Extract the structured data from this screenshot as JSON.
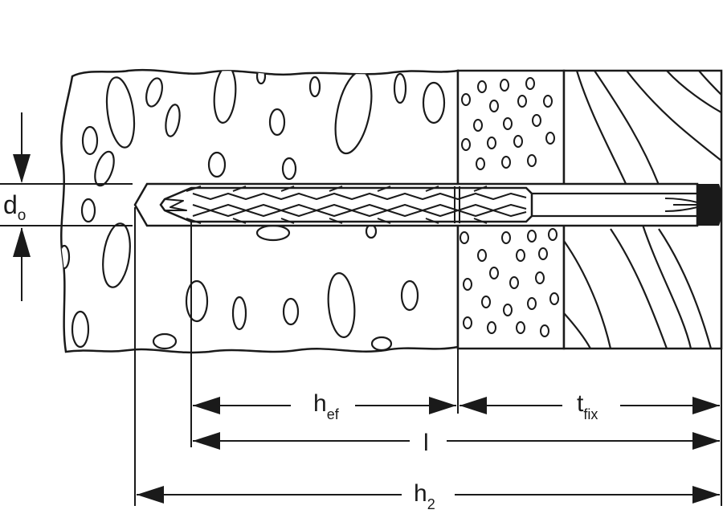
{
  "labels": {
    "hole_diameter_main": "d",
    "hole_diameter_sub": "o",
    "effective_depth_main": "h",
    "effective_depth_sub": "ef",
    "fixture_thickness_main": "t",
    "fixture_thickness_sub": "fix",
    "anchor_length": "l",
    "hole_depth_main": "h",
    "hole_depth_sub": "2"
  }
}
